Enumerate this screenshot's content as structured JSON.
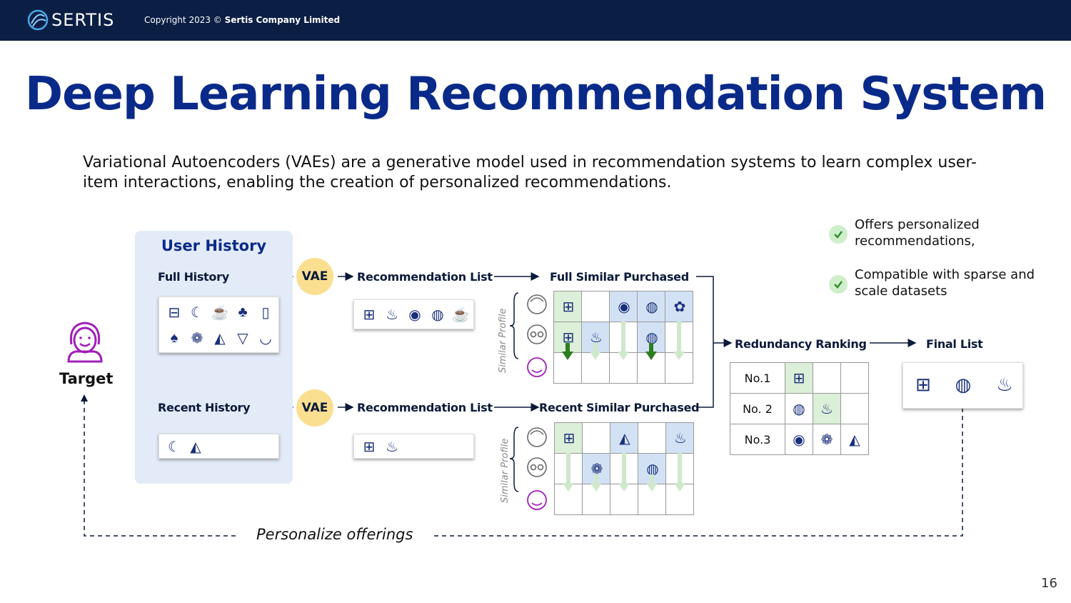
{
  "header": {
    "logo_text": "SERTIS",
    "copyright_prefix": "Copyright 2023 ©",
    "company": "Sertis Company Limited"
  },
  "title": "Deep Learning Recommendation System",
  "subtitle": "Variational Autoencoders (VAEs) are a generative model used in recommendation systems to learn complex user-item interactions, enabling the creation of personalized recommendations.",
  "diagram": {
    "target_label": "Target",
    "user_history_title": "User History",
    "full_history_label": "Full History",
    "recent_history_label": "Recent History",
    "vae_label": "VAE",
    "recommendation_list_label": "Recommendation List",
    "full_similar_label": "Full Similar Purchased",
    "recent_similar_label": "Recent Similar Purchased",
    "similar_profile_label": "Similar Profile",
    "redundancy_label": "Redundancy Ranking",
    "final_list_label": "Final List",
    "personalize_label": "Personalize offerings",
    "ranks": [
      "No.1",
      "No. 2",
      "No.3"
    ]
  },
  "benefits": [
    "Offers personalized recommendations,",
    "Compatible with sparse and scale datasets"
  ],
  "page_number": "16",
  "colors": {
    "header_bg": "#0b1f45",
    "title": "#0a2a8a",
    "panel_bg": "#e3ebf8",
    "vae": "#fbdf91",
    "green_cell": "#dcefd8",
    "blue_cell": "#d2e2f4",
    "target_icon": "#a01fb8"
  }
}
